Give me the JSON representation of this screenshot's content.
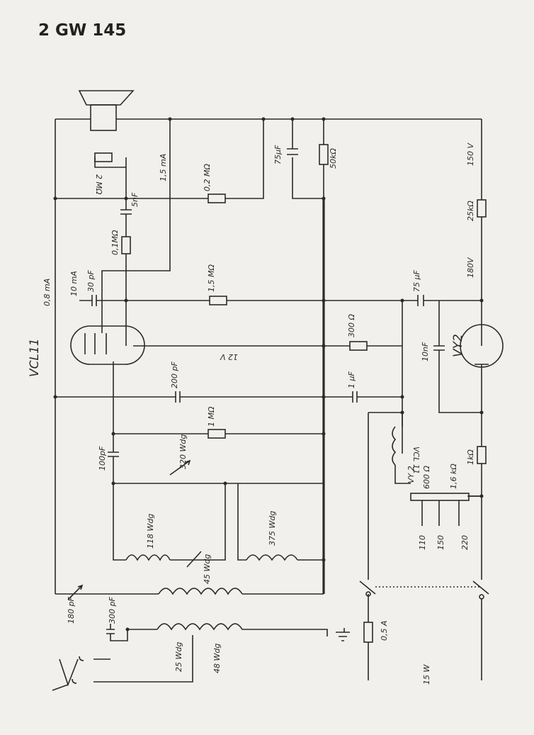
{
  "title": "2 GW 145",
  "tubes": {
    "vcl11": "VCL11",
    "vy2": "VY2"
  },
  "labels": {
    "r_2mohm": "2 MΩ",
    "c_5nf": "5nF",
    "r_01mohm": "0,1MΩ",
    "c_30pf": "30 pF",
    "i_10ma": "10 mA",
    "i_08ma": "0,8 mA",
    "i_15ma": "1,5 mA",
    "r_02mohm": "0,2 MΩ",
    "c_75uf_top": "75μF",
    "r_50kohm": "50kΩ",
    "v_150": "150 V",
    "r_25kohm": "25kΩ",
    "v_180": "180V",
    "r_15mohm": "1,5 MΩ",
    "c_75uf_mid": "75 μF",
    "r_300ohm": "300 Ω",
    "v_12": "12 V",
    "c_10nf": "10nF",
    "c_200pf": "200 pF",
    "c_1uf": "1 μF",
    "r_1mohm": "1 MΩ",
    "c_100pf": "100pF",
    "l_320": "320 Wdg",
    "l_vcl11": "VCL 11",
    "l_vy2": "VY 2",
    "r_1kohm": "1kΩ",
    "r_600ohm": "600 Ω",
    "r_16kohm": "1,6 kΩ",
    "l_118": "118 Wdg",
    "l_375": "375 Wdg",
    "l_45": "45 Wdg",
    "tap_110": "110",
    "tap_150": "150",
    "tap_220": "220",
    "c_180pf": "180 pF",
    "c_300pf": "300 pF",
    "l_25": "25 Wdg",
    "l_48": "48 Wdg",
    "fuse": "0,5 A",
    "power": "15 W"
  }
}
